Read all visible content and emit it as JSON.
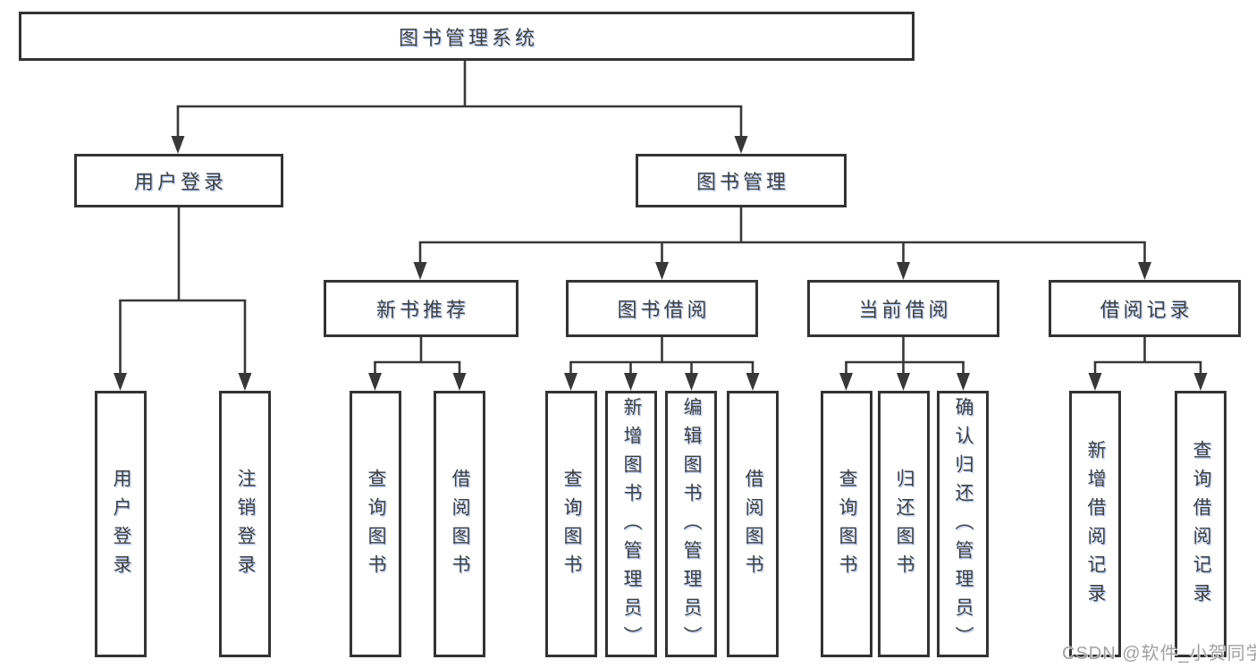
{
  "colors": {
    "line": "#383838",
    "box_border": "#333333",
    "text": "#3f3f3f",
    "text_fringe": "#6e96f0",
    "watermark": "#949494",
    "background": "#ffffff"
  },
  "watermark": {
    "text": "CSDN @软件_小贺同学"
  },
  "tree": {
    "label": "图书管理系统",
    "children": [
      {
        "label": "用户登录",
        "children": [
          {
            "label": "用户登录"
          },
          {
            "label": "注销登录"
          }
        ]
      },
      {
        "label": "图书管理",
        "children": [
          {
            "label": "新书推荐",
            "children": [
              {
                "label": "查询图书"
              },
              {
                "label": "借阅图书"
              }
            ]
          },
          {
            "label": "图书借阅",
            "children": [
              {
                "label": "查询图书"
              },
              {
                "label": "新增图书（管理员）"
              },
              {
                "label": "编辑图书（管理员）"
              },
              {
                "label": "借阅图书"
              }
            ]
          },
          {
            "label": "当前借阅",
            "children": [
              {
                "label": "查询图书"
              },
              {
                "label": "归还图书"
              },
              {
                "label": "确认归还（管理员）"
              }
            ]
          },
          {
            "label": "借阅记录",
            "children": [
              {
                "label": "新增借阅记录"
              },
              {
                "label": "查询借阅记录"
              }
            ]
          }
        ]
      }
    ]
  }
}
